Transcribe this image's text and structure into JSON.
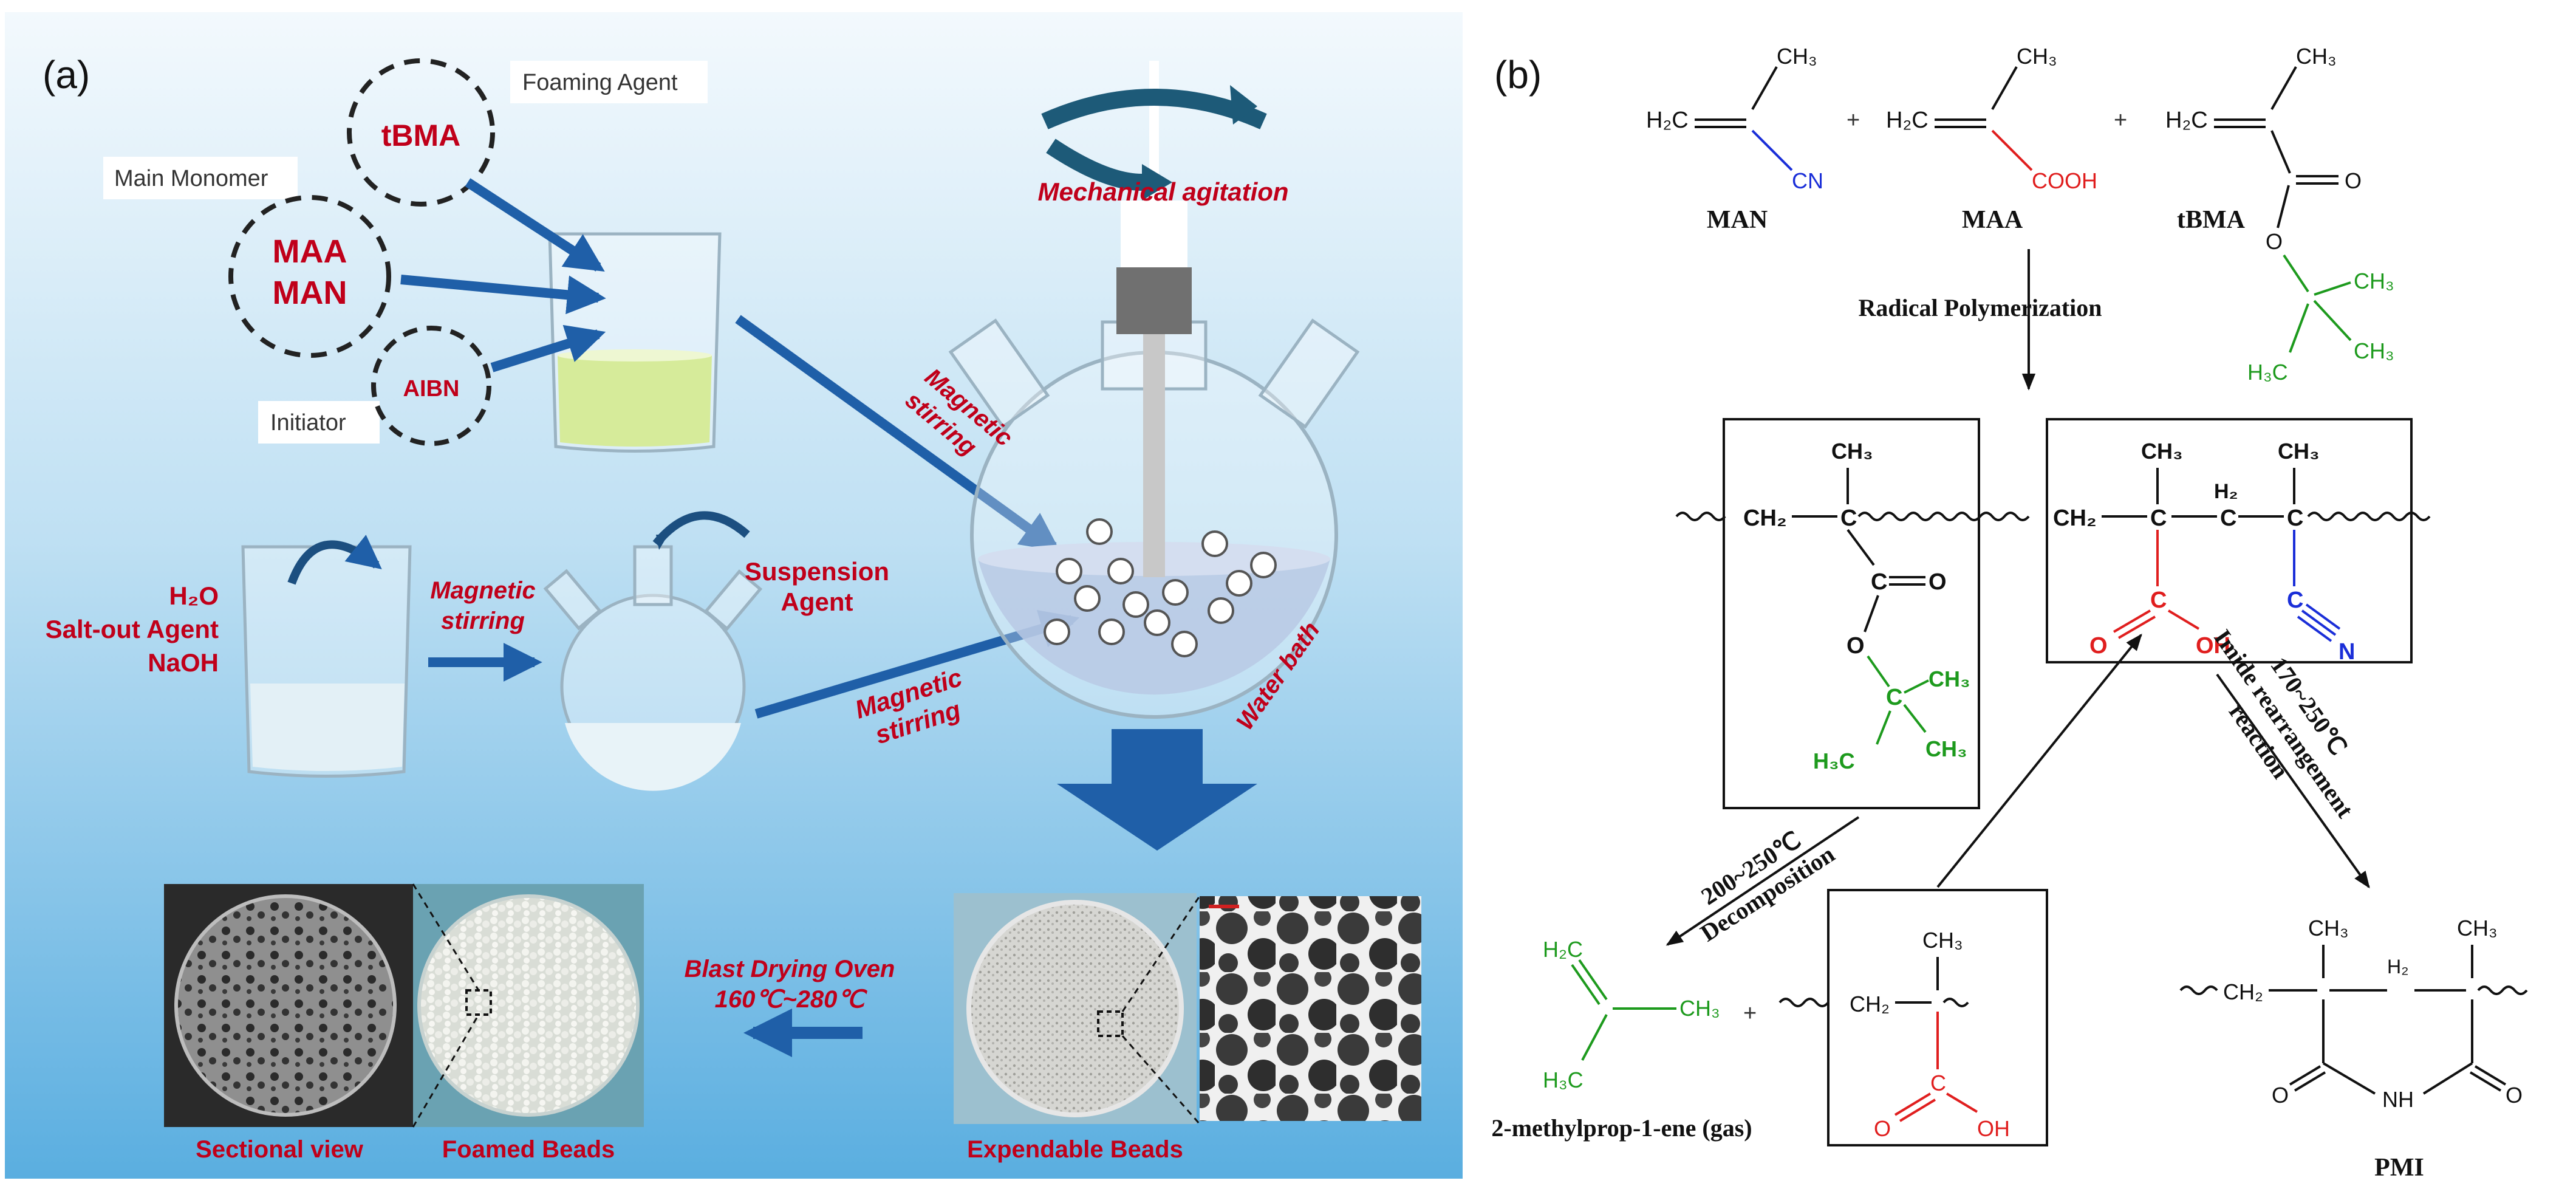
{
  "panel_a": {
    "label": "(a)",
    "tags": {
      "foaming_agent": "Foaming Agent",
      "main_monomer": "Main Monomer",
      "initiator": "Initiator"
    },
    "circles": {
      "tbma": "tBMA",
      "maa": "MAA",
      "man": "MAN",
      "aibn": "AIBN"
    },
    "mechanical_agitation": "Mechanical agitation",
    "magnetic_stirring_1": [
      "Magnetic",
      "stirring"
    ],
    "magnetic_stirring_2": [
      "Magnetic",
      "stirring"
    ],
    "magnetic_stirring_3": [
      "Magnetic",
      "stirring"
    ],
    "water_bath": "Water bath",
    "water_phase": {
      "h2o": "H₂O",
      "salt": "Salt-out Agent",
      "naoh": "NaOH"
    },
    "suspension_agent": [
      "Suspension",
      "Agent"
    ],
    "oven": [
      "Blast Drying Oven",
      "160℃~280℃"
    ],
    "captions": {
      "sectional": "Sectional view",
      "foamed": "Foamed Beads",
      "expandable": "Expendable Beads"
    }
  },
  "panel_b": {
    "label": "(b)",
    "monomers": {
      "man_label": "MAN",
      "maa_label": "MAA",
      "tbma_label": "tBMA",
      "ch3": "CH₃",
      "h2c": "H₂C",
      "cn": "CN",
      "cooh": "COOH",
      "o": "O",
      "h3c": "H₃C",
      "plus": "+"
    },
    "radical_polymerization": "Radical Polymerization",
    "chain": {
      "ch2": "CH₂",
      "ch3": "CH₃",
      "h2": "H₂",
      "c": "C",
      "o": "O",
      "oh": "OH",
      "n": "N",
      "h3c": "H₃C"
    },
    "decomposition": [
      "200~250℃",
      "Decomposition"
    ],
    "imide": [
      "170~250℃",
      "Imide rearrangement",
      "reaction"
    ],
    "products": {
      "gas": "2-methylprop-1-ene (gas)",
      "pmi": "PMI",
      "nh": "NH"
    }
  }
}
